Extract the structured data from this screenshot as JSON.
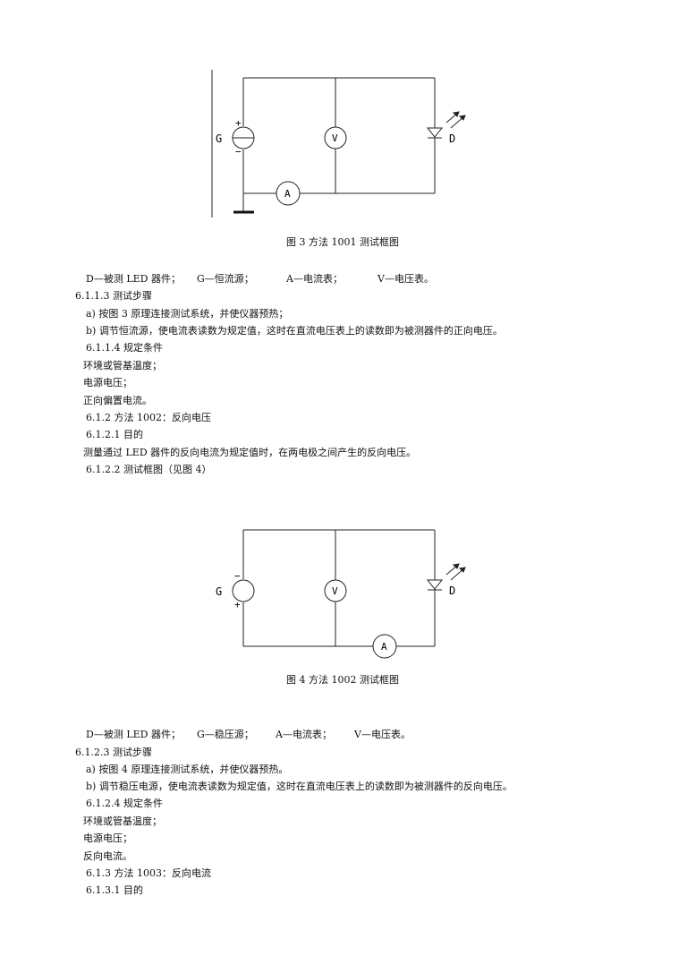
{
  "figure3": {
    "caption": "图 3  方法 1001 测试框图",
    "labels": {
      "g": "G",
      "v": "V",
      "a": "A",
      "d": "D",
      "plus": "+",
      "minus": "−"
    }
  },
  "legend3": {
    "d": "D—被测 LED 器件；",
    "g": "G—恒流源；",
    "a": "A—电流表；",
    "v": "V—电压表。"
  },
  "section_6113": {
    "heading": "6.1.1.3  测试步骤",
    "step_a": "a)   按图 3 原理连接测试系统，并使仪器预热；",
    "step_b": "b)   调节恒流源，使电流表读数为规定值，这时在直流电压表上的读数即为被测器件的正向电压。"
  },
  "section_6114": {
    "heading": "6.1.1.4  规定条件",
    "items": [
      "环境或管基温度；",
      "电源电压；",
      "正向偏置电流。"
    ]
  },
  "section_612": {
    "heading": "6.1.2  方法 1002：反向电压"
  },
  "section_6121": {
    "heading": "6.1.2.1  目的",
    "text": "测量通过 LED 器件的反向电流为规定值时，在两电极之间产生的反向电压。"
  },
  "section_6122": {
    "heading": "6.1.2.2  测试框图（见图 4）"
  },
  "figure4": {
    "caption": "图 4  方法 1002 测试框图",
    "labels": {
      "g": "G",
      "v": "V",
      "a": "A",
      "d": "D",
      "plus": "+",
      "minus": "−"
    }
  },
  "legend4": {
    "d": "D—被测 LED 器件；",
    "g": "G—稳压源；",
    "a": "A—电流表；",
    "v": "V—电压表。"
  },
  "section_6123": {
    "heading": "6.1.2.3  测试步骤",
    "step_a": "a)   按图 4 原理连接测试系统，并使仪器预热。",
    "step_b": "b)   调节稳压电源，使电流表读数为规定值，这时在直流电压表上的读数即为被测器件的反向电压。"
  },
  "section_6124": {
    "heading": "6.1.2.4  规定条件",
    "items": [
      "环境或管基温度；",
      "电源电压；",
      "反向电流。"
    ]
  },
  "section_613": {
    "heading": "6.1.3  方法 1003：反向电流"
  },
  "section_6131": {
    "heading": "6.1.3.1  目的"
  }
}
